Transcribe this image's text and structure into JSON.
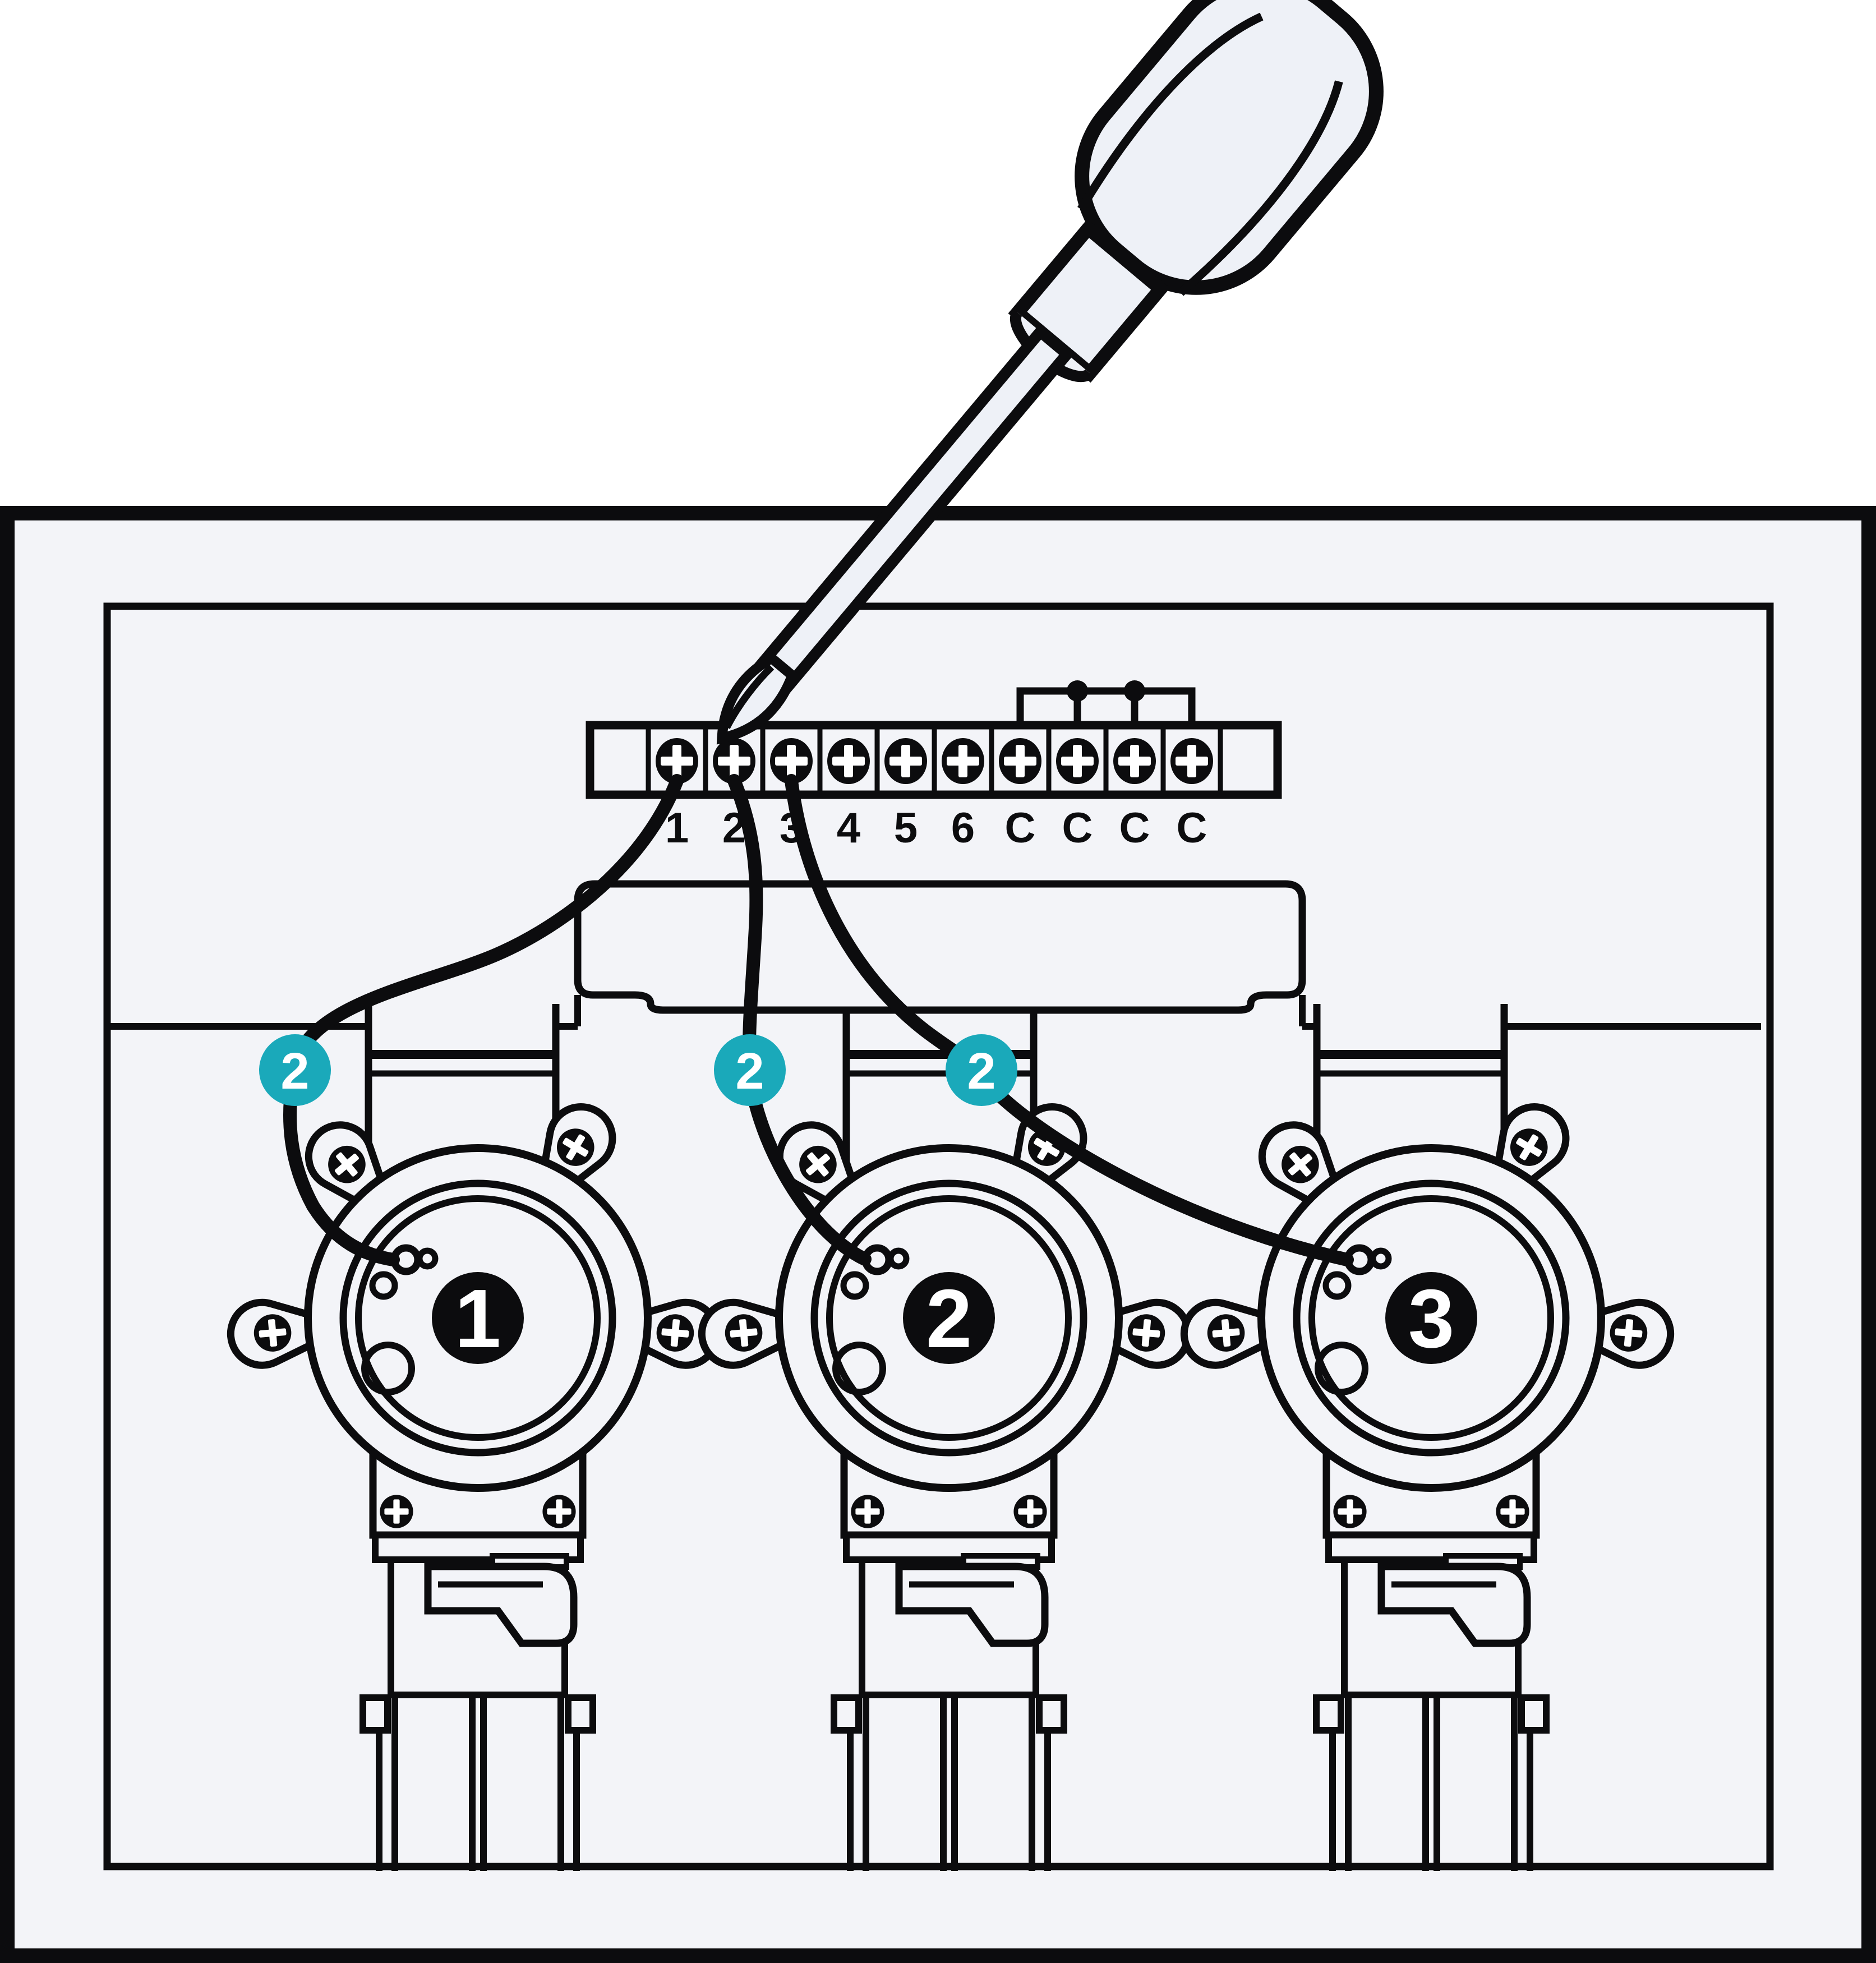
{
  "colors": {
    "background": "#ffffff",
    "panel": "#f3f4f8",
    "line": "#0c0c0e",
    "accent_teal": "#1aa9ba",
    "tool_fill": "#eef1f7",
    "badge_text": "#ffffff"
  },
  "terminal_strip": {
    "labels": [
      "1",
      "2",
      "3",
      "4",
      "5",
      "6",
      "C",
      "C",
      "C",
      "C"
    ],
    "screw_icon": "phillips-screw-icon",
    "jumper_icon": "common-jumper-wire"
  },
  "tool": {
    "icon": "screwdriver-icon"
  },
  "valves": [
    {
      "number": "1"
    },
    {
      "number": "2"
    },
    {
      "number": "3"
    }
  ],
  "wire_badges": [
    {
      "label": "2"
    },
    {
      "label": "2"
    },
    {
      "label": "2"
    }
  ]
}
